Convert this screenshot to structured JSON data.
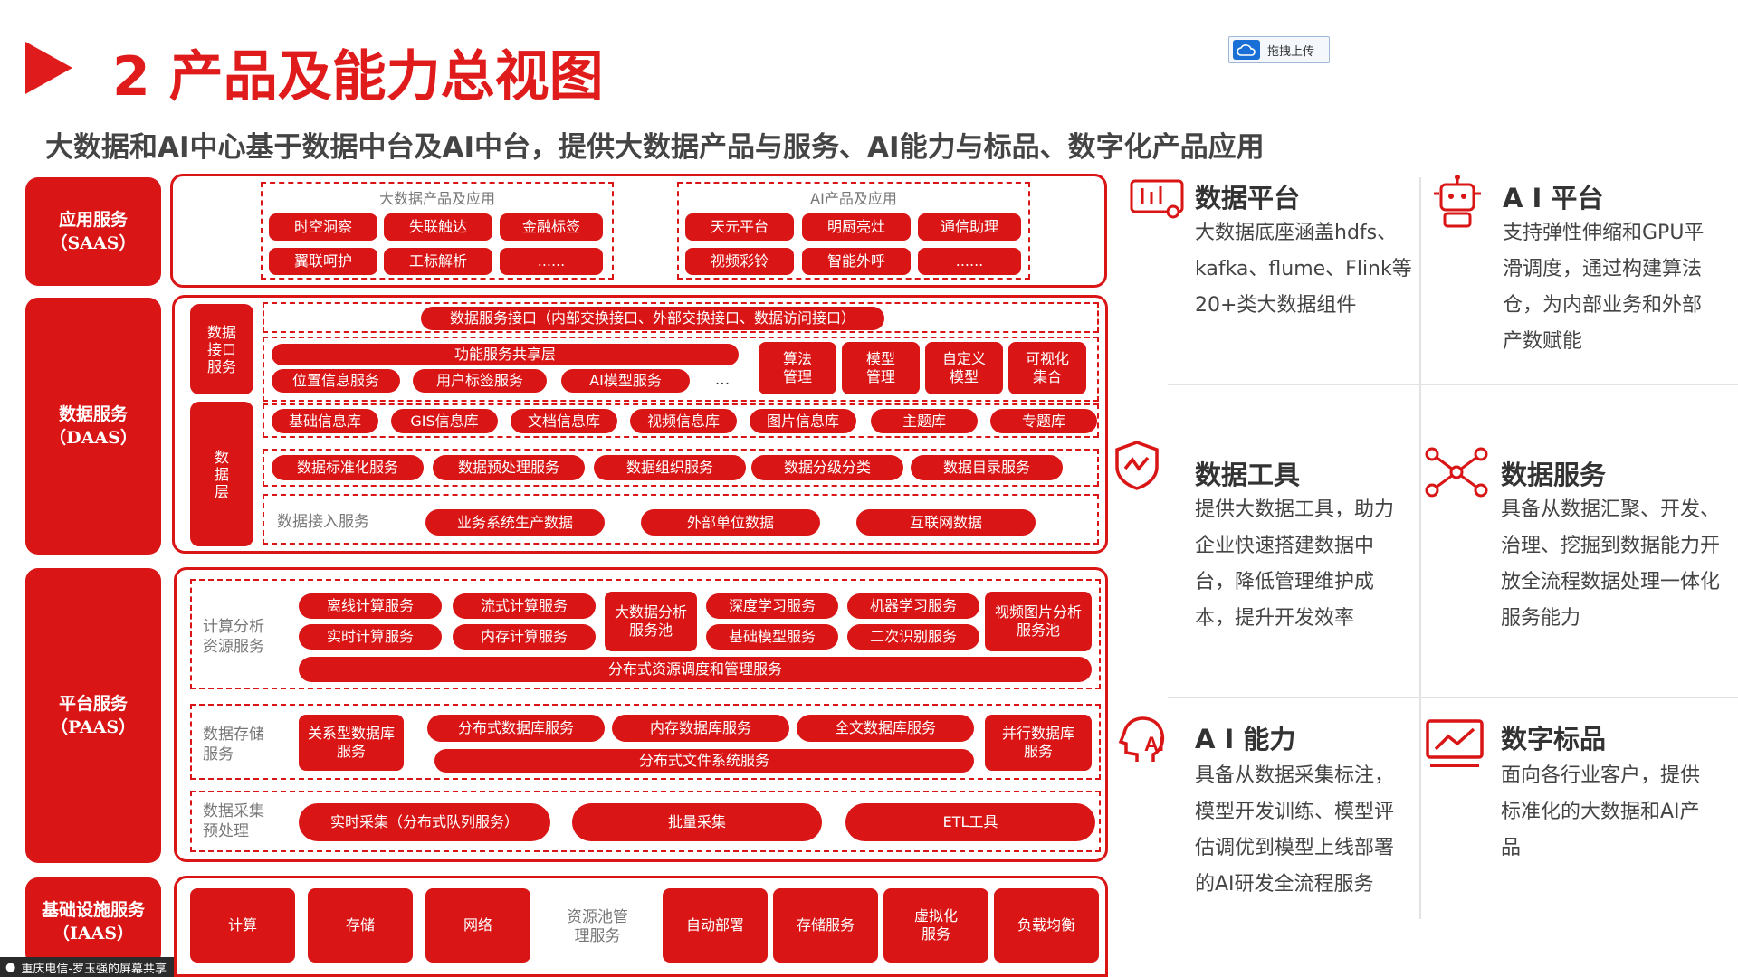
{
  "header": {
    "title": "2 产品及能力总视图",
    "upload_label": "拖拽上传",
    "subtitle": "大数据和AI中心基于数据中台及AI中台，提供大数据产品与服务、AI能力与标品、数字化产品应用"
  },
  "saas": {
    "label": "应用服务",
    "code": "（SAAS）",
    "bigdata_group": {
      "title": "大数据产品及应用",
      "items": [
        "时空洞察",
        "失联触达",
        "金融标签",
        "翼联呵护",
        "工标解析",
        "......"
      ]
    },
    "ai_group": {
      "title": "AI产品及应用",
      "items": [
        "天元平台",
        "明厨亮灶",
        "通信助理",
        "视频彩铃",
        "智能外呼",
        "......"
      ]
    }
  },
  "daas": {
    "label": "数据服务",
    "code": "（DAAS）",
    "interface_label": "数据接口服务",
    "interface_bar": "数据服务接口（内部交换接口、外部交换接口、数据访问接口）",
    "shared_layer": "功能服务共享层",
    "shared_items": [
      "位置信息服务",
      "用户标签服务",
      "AI模型服务",
      "..."
    ],
    "mgmt_items": [
      "算法管理",
      "模型管理",
      "自定义模型",
      "可视化集合"
    ],
    "data_layer_label": "数据层",
    "libraries": [
      "基础信息库",
      "GIS信息库",
      "文档信息库",
      "视频信息库",
      "图片信息库",
      "主题库",
      "专题库"
    ],
    "processing": [
      "数据标准化服务",
      "数据预处理服务",
      "数据组织服务",
      "数据分级分类",
      "数据目录服务"
    ],
    "ingest_label": "数据接入服务",
    "ingest_items": [
      "业务系统生产数据",
      "外部单位数据",
      "互联网数据"
    ]
  },
  "paas": {
    "label": "平台服务",
    "code": "（PAAS）",
    "compute_label": "计算分析资源服务",
    "compute_items": [
      "离线计算服务",
      "实时计算服务",
      "流式计算服务",
      "内存计算服务",
      "大数据分析服务池",
      "深度学习服务",
      "基础模型服务",
      "机器学习服务",
      "二次识别服务",
      "视频图片分析服务池"
    ],
    "compute_bar": "分布式资源调度和管理服务",
    "storage_label": "数据存储服务",
    "storage_items": [
      "关系型数据库服务",
      "分布式数据库服务",
      "内存数据库服务",
      "全文数据库服务",
      "并行数据库服务"
    ],
    "storage_bar": "分布式文件系统服务",
    "collect_label": "数据采集预处理",
    "collect_items": [
      "实时采集（分布式队列服务）",
      "批量采集",
      "ETL工具"
    ]
  },
  "iaas": {
    "label": "基础设施服务",
    "code": "（IAAS）",
    "items_left": [
      "计算",
      "存储",
      "网络"
    ],
    "pool_label": "资源池管理服务",
    "items_right": [
      "自动部署",
      "存储服务",
      "虚拟化服务",
      "负载均衡"
    ]
  },
  "features": [
    {
      "title": "数据平台",
      "icon": "dashboard-icon",
      "desc": "大数据底座涵盖hdfs、kafka、flume、Flink等20+类大数据组件"
    },
    {
      "title": "A I 平台",
      "icon": "robot-icon",
      "desc": "支持弹性伸缩和GPU平滑调度，通过构建算法仓，为内部业务和外部产数赋能"
    },
    {
      "title": "数据工具",
      "icon": "shield-icon",
      "desc": "提供大数据工具，助力企业快速搭建数据中台，降低管理维护成本，提升开发效率"
    },
    {
      "title": "数据服务",
      "icon": "network-icon",
      "desc": "具备从数据汇聚、开发、治理、挖掘到数据能力开放全流程数据处理一体化服务能力"
    },
    {
      "title": "A I 能力",
      "icon": "ai-head-icon",
      "desc": "具备从数据采集标注，模型开发训练、模型评估调优到模型上线部署的AI研发全流程服务"
    },
    {
      "title": "数字标品",
      "icon": "trend-chart-icon",
      "desc": "面向各行业客户，提供标准化的大数据和AI产品"
    }
  ],
  "share_bar": "重庆电信-罗玉强的屏幕共享",
  "accent_color": "#d91515"
}
